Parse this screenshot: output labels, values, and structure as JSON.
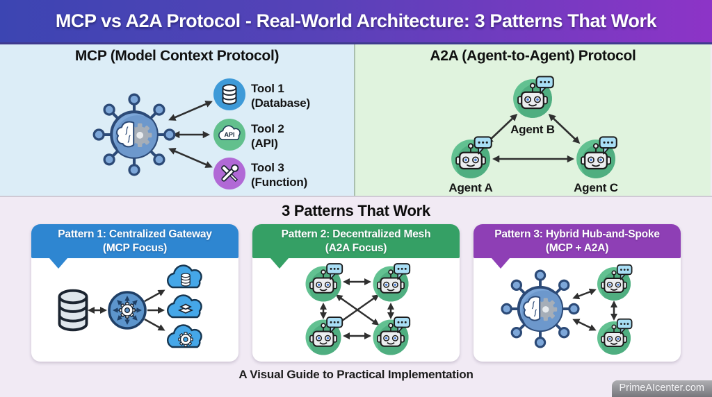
{
  "banner": {
    "title": "MCP vs A2A Protocol - Real-World Architecture: 3 Patterns That Work"
  },
  "mcp_panel": {
    "title": "MCP (Model Context Protocol)",
    "tools": [
      {
        "name": "Tool 1",
        "type": "(Database)",
        "circle_color": "#3e9ad8"
      },
      {
        "name": "Tool 2",
        "type": "(API)",
        "icon_text": "API",
        "circle_color": "#62c08d"
      },
      {
        "name": "Tool 3",
        "type": "(Function)",
        "circle_color": "#b169d6"
      }
    ]
  },
  "a2a_panel": {
    "title": "A2A (Agent-to-Agent) Protocol",
    "agents": [
      {
        "label": "Agent B"
      },
      {
        "label": "Agent A"
      },
      {
        "label": "Agent C"
      }
    ]
  },
  "patterns": {
    "title": "3 Patterns That Work",
    "cards": [
      {
        "line1": "Pattern 1: Centralized Gateway",
        "line2": "(MCP Focus)",
        "color": "#2e86d1"
      },
      {
        "line1": "Pattern 2: Decentralized Mesh",
        "line2": "(A2A Focus)",
        "color": "#35a065"
      },
      {
        "line1": "Pattern 3: Hybrid Hub-and-Spoke",
        "line2": "(MCP + A2A)",
        "color": "#8e3fb5"
      }
    ],
    "caption": "A Visual Guide to Practical Implementation"
  },
  "watermark": "PrimeAIcenter.com",
  "colors": {
    "banner_gradient_start": "#3c45b2",
    "banner_gradient_end": "#8d34c7",
    "mcp_panel_bg": "#dcedf7",
    "a2a_panel_bg": "#e0f3de",
    "patterns_bg": "#f1eaf4",
    "agent_circle": "#62c191",
    "cloud_blue": "#45a7e8",
    "hub_blue": "#7da7d9"
  }
}
